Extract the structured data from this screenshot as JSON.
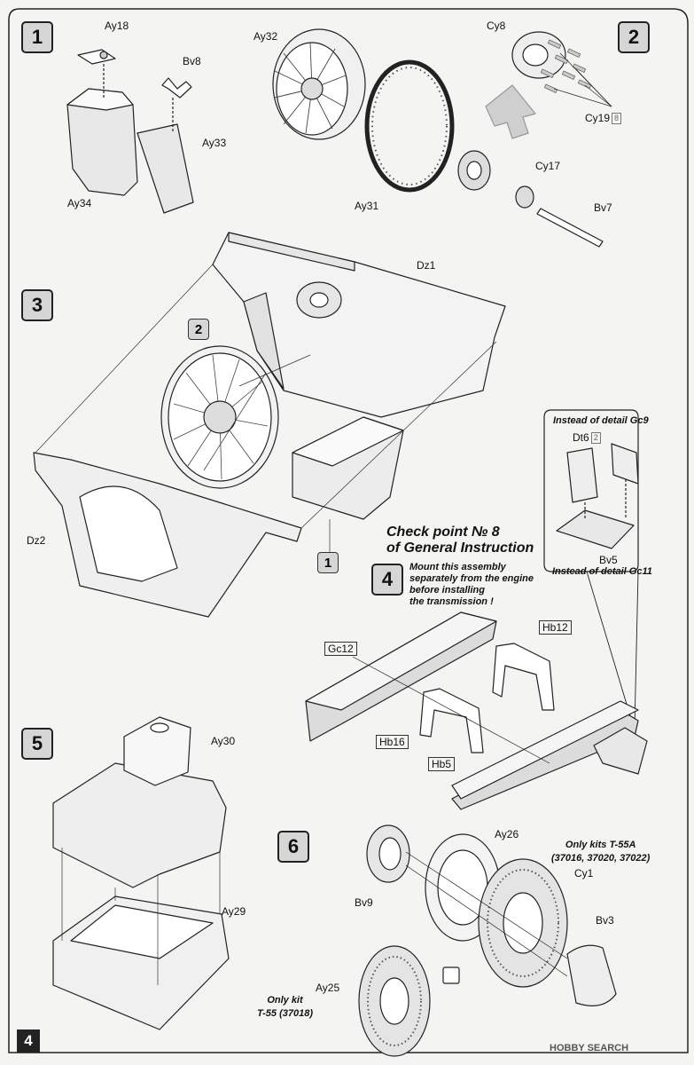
{
  "page_number": "4",
  "steps": [
    {
      "label": "1"
    },
    {
      "label": "2"
    },
    {
      "label": "3"
    },
    {
      "label": "4"
    },
    {
      "label": "5"
    },
    {
      "label": "6"
    }
  ],
  "step1": {
    "parts": [
      "Ay18",
      "Bv8",
      "Ay33",
      "Ay34"
    ]
  },
  "step2": {
    "parts": [
      "Ay32",
      "Cy8",
      "Cy19",
      "Cy17",
      "Ay31",
      "Bv7"
    ],
    "cy19_qty": "8"
  },
  "step3": {
    "parts": [
      "Dz1",
      "Dz2"
    ],
    "ref_fan": "2",
    "ref_box": "1"
  },
  "detail": {
    "top_note": "Instead of detail Gc9",
    "dt6": "Dt6",
    "dt6_qty": "2",
    "bv5": "Bv5",
    "bottom_note": "Instead of detail Gc11"
  },
  "step4": {
    "checkpoint_line1": "Check point № 8",
    "checkpoint_line2": "of General Instruction",
    "note_lines": [
      "Mount this assembly",
      "separately from the engine",
      "before installing",
      "the transmission !"
    ],
    "parts": [
      "Hb12",
      "Gc12",
      "Hb16",
      "Hb5"
    ]
  },
  "step5": {
    "parts": [
      "Ay30",
      "Ay29"
    ]
  },
  "step6": {
    "parts": [
      "Ay26",
      "Cy1",
      "Bv9",
      "Bv3",
      "Ay25"
    ],
    "kit_a_line1": "Only kits T-55A",
    "kit_a_line2": "(37016, 37020, 37022)",
    "kit_b_line1": "Only kit",
    "kit_b_line2": "T-55 (37018)"
  },
  "watermark": "HOBBY SEARCH"
}
